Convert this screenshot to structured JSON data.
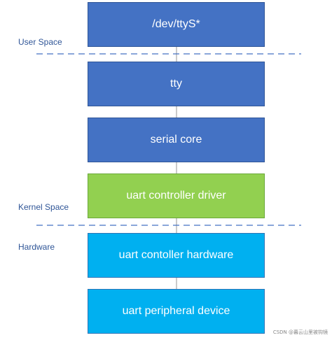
{
  "regions": {
    "user_space": "User Space",
    "kernel_space": "Kernel Space",
    "hardware": "Hardware"
  },
  "layers": [
    {
      "label": "/dev/ttyS*",
      "fill": "#4472c4",
      "border": "#2f5597"
    },
    {
      "label": "tty",
      "fill": "#4472c4",
      "border": "#2f5597"
    },
    {
      "label": "serial core",
      "fill": "#4472c4",
      "border": "#2f5597"
    },
    {
      "label": "uart controller driver",
      "fill": "#92d050",
      "border": "#6aa83a"
    },
    {
      "label": "uart contoller hardware",
      "fill": "#00b0f0",
      "border": "#2e75b6"
    },
    {
      "label": "uart peripheral device",
      "fill": "#00b0f0",
      "border": "#2e75b6"
    }
  ],
  "colors": {
    "divider": "#4472c4",
    "connector": "#a6a6a6",
    "label_text": "#2f5597"
  },
  "watermark": "CSDN @暮云山里被钩镜"
}
